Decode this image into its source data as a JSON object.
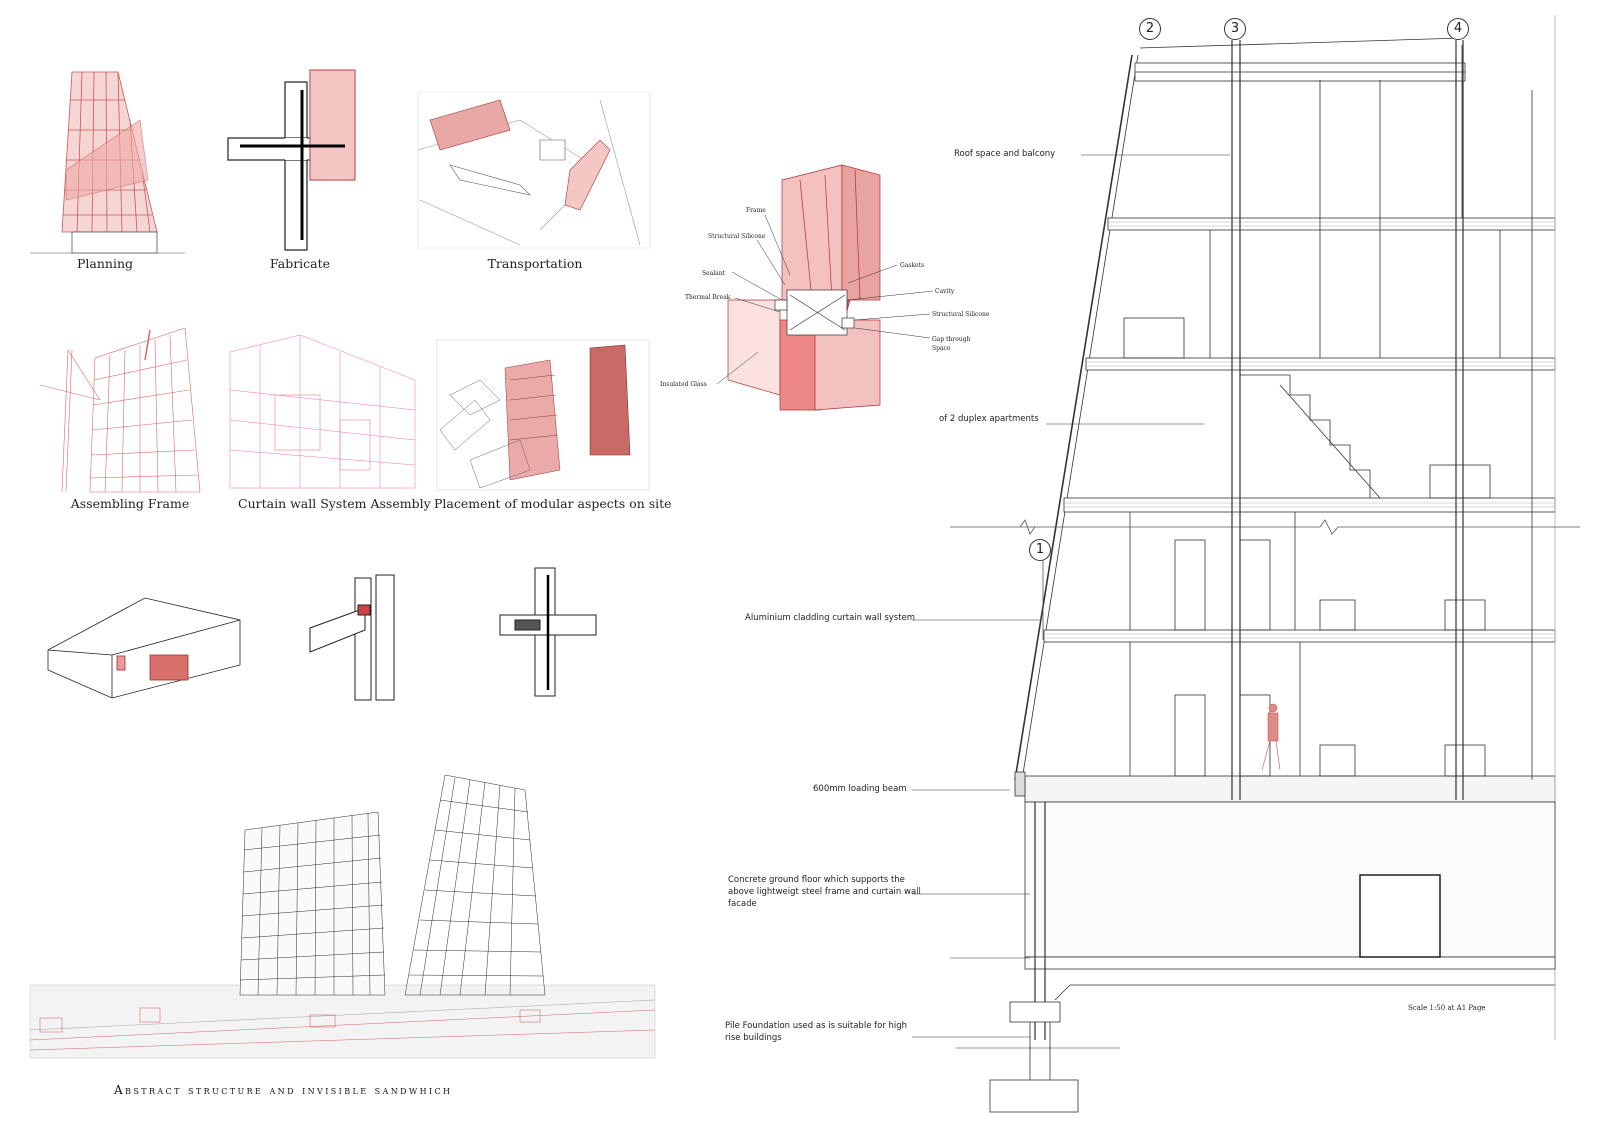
{
  "thumbnails": {
    "planning": "Planning",
    "fabricate": "Fabricate",
    "transportation": "Transportation",
    "assembling_frame": "Assembling Frame",
    "curtain_wall_assembly": "Curtain wall System Assembly",
    "placement": "Placement of modular aspects on site"
  },
  "detail_labels": {
    "frame": "Frame",
    "structural_silicone_1": "Structural Silicone",
    "sealant": "Sealant",
    "thermal_break": "Thermal Break",
    "gaskets": "Gaskets",
    "cavity": "Cavity",
    "structural_silicone_2": "Structural Silicone",
    "gap_through_space": "Gap through Space",
    "insulated_glass": "Insulated Glass"
  },
  "section_labels": {
    "roof": "Roof space and balcony",
    "duplex": "of 2 duplex apartments",
    "cladding": "Aluminium cladding curtain wall system",
    "loading_beam": "600mm loading beam",
    "ground_floor_1": "Concrete ground floor which supports the",
    "ground_floor_2": "above lightweigt steel frame and curtain wall",
    "ground_floor_3": "facade",
    "pile_1": "Pile Foundation used as is  suitable for high",
    "pile_2": "rise buildings",
    "scale": "Scale 1:50 at A1 Page"
  },
  "grid_markers": {
    "m1": "1",
    "m2": "2",
    "m3": "3",
    "m4": "4"
  },
  "page_title": "Abstract structure and invisible sandwhich",
  "colors": {
    "accent_red": "#d9534f",
    "light_red": "#f4c6c4",
    "line": "#333333"
  }
}
